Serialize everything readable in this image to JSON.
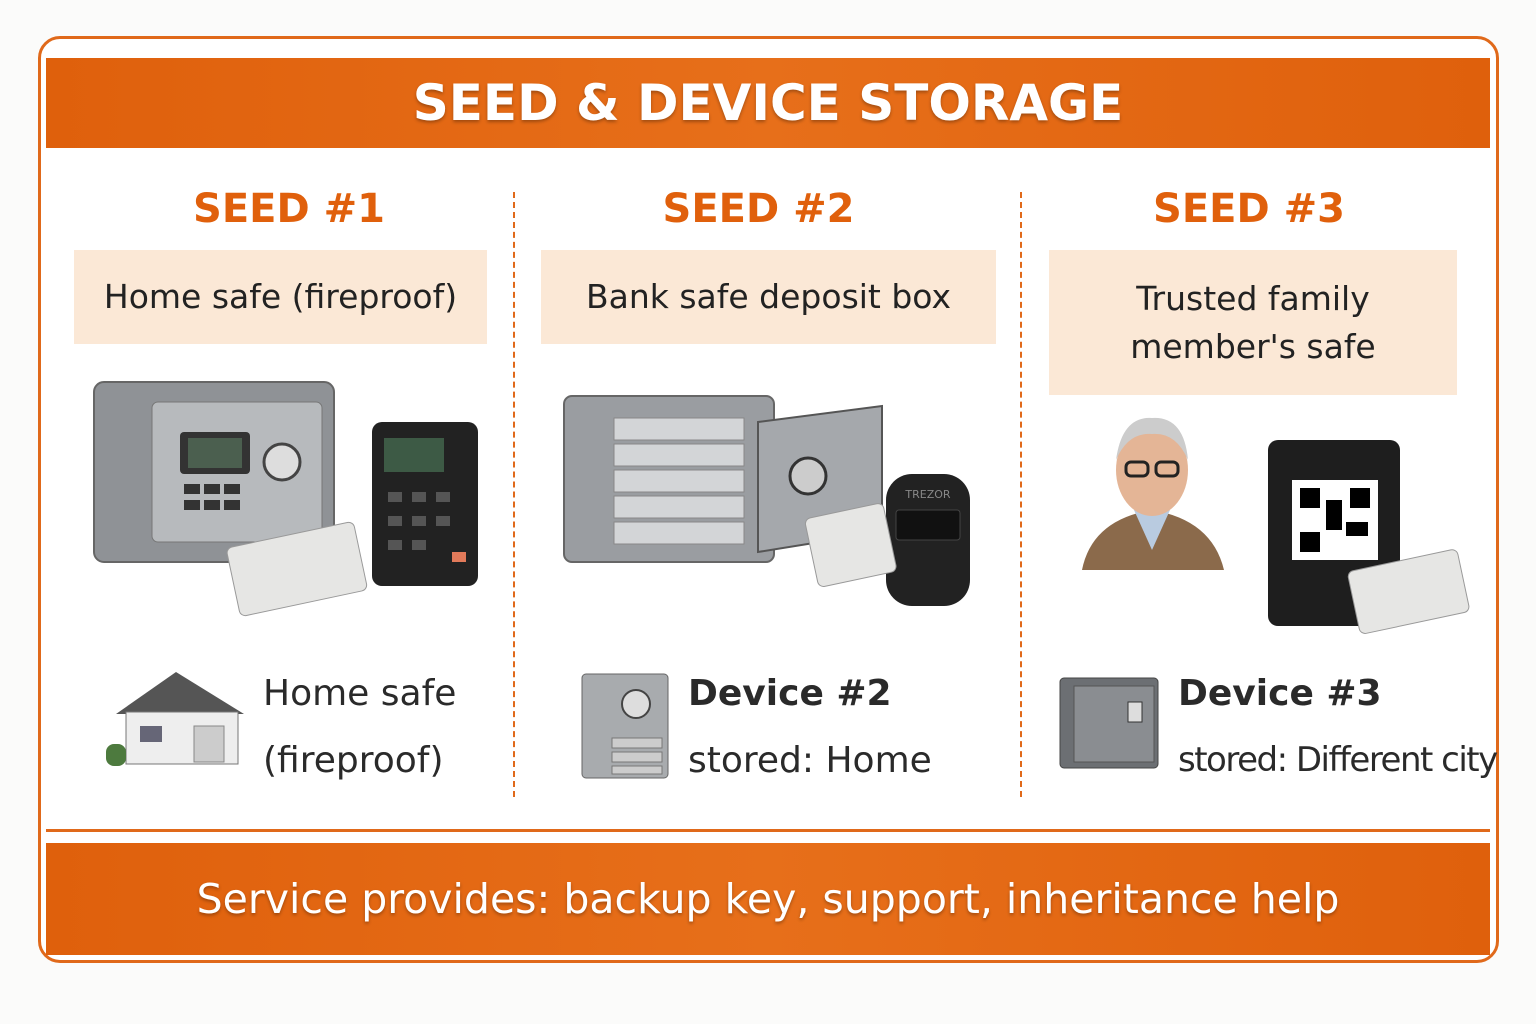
{
  "title": "SEED & DEVICE STORAGE",
  "columns": [
    {
      "seed": "SEED #1",
      "location": "Home safe (fireproof)",
      "device_line1": "Home safe",
      "device_line2": "(fireproof)"
    },
    {
      "seed": "SEED #2",
      "location": "Bank safe deposit box",
      "device_line1": "Device #2",
      "device_line2": "stored: Home",
      "device_logo": "TREZOR"
    },
    {
      "seed": "SEED #3",
      "location_line1": "Trusted family",
      "location_line2": "member's safe",
      "device_line1": "Device #3",
      "device_line2": "stored: Different city"
    }
  ],
  "footer": "Service provides: backup key, support, inheritance help",
  "colors": {
    "accent": "#e0630f",
    "label_bg": "#fbe8d6"
  }
}
